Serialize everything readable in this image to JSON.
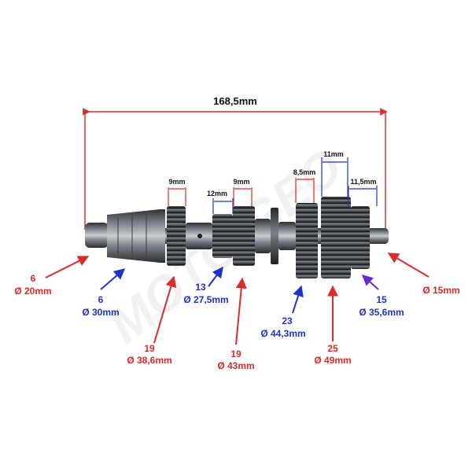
{
  "colors": {
    "red": "#d92b2b",
    "blue": "#1f33c8",
    "purple": "#6a2ad0",
    "shaft": "#5a5e63",
    "watermark": "#e6e6e6"
  },
  "watermark": {
    "text": "MOTO-GEO"
  },
  "overall_length": "168,5mm",
  "widths": {
    "gear_19a": "9mm",
    "gear_13": "12mm",
    "gear_19b": "9mm",
    "gear_23": "8,5mm",
    "gear_25": "11mm",
    "gear_15": "11,5mm"
  },
  "callouts": {
    "spline_end": {
      "count": "6",
      "diameter": "Ø 20mm"
    },
    "spline_body": {
      "count": "6",
      "diameter": "Ø 30mm"
    },
    "gear_19a": {
      "count": "19",
      "diameter": "Ø 38,6mm"
    },
    "gear_13": {
      "count": "13",
      "diameter": "Ø 27,5mm"
    },
    "gear_19b": {
      "count": "19",
      "diameter": "Ø 43mm"
    },
    "gear_23": {
      "count": "23",
      "diameter": "Ø 44,3mm"
    },
    "gear_25": {
      "count": "25",
      "diameter": "Ø 49mm"
    },
    "gear_15": {
      "count": "15",
      "diameter": "Ø 35,6mm"
    },
    "shaft_end": {
      "diameter": "Ø 15mm"
    }
  }
}
